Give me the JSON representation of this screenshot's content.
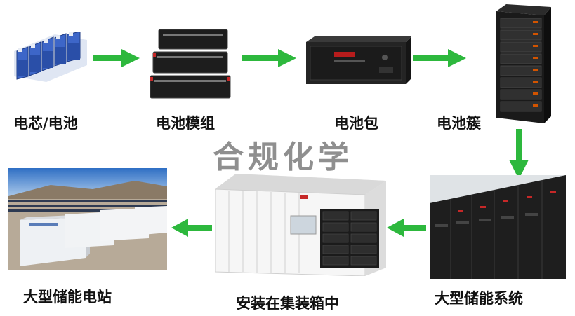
{
  "watermark": "合规化学",
  "steps": {
    "cell": "电芯/电池",
    "module": "电池模组",
    "pack": "电池包",
    "cluster": "电池簇",
    "system": "大型储能系统",
    "container": "安装在集装箱中",
    "station": "大型储能电站"
  },
  "colors": {
    "arrow": "#2db83d",
    "text": "#111111",
    "watermark": "#8f8f8f"
  }
}
